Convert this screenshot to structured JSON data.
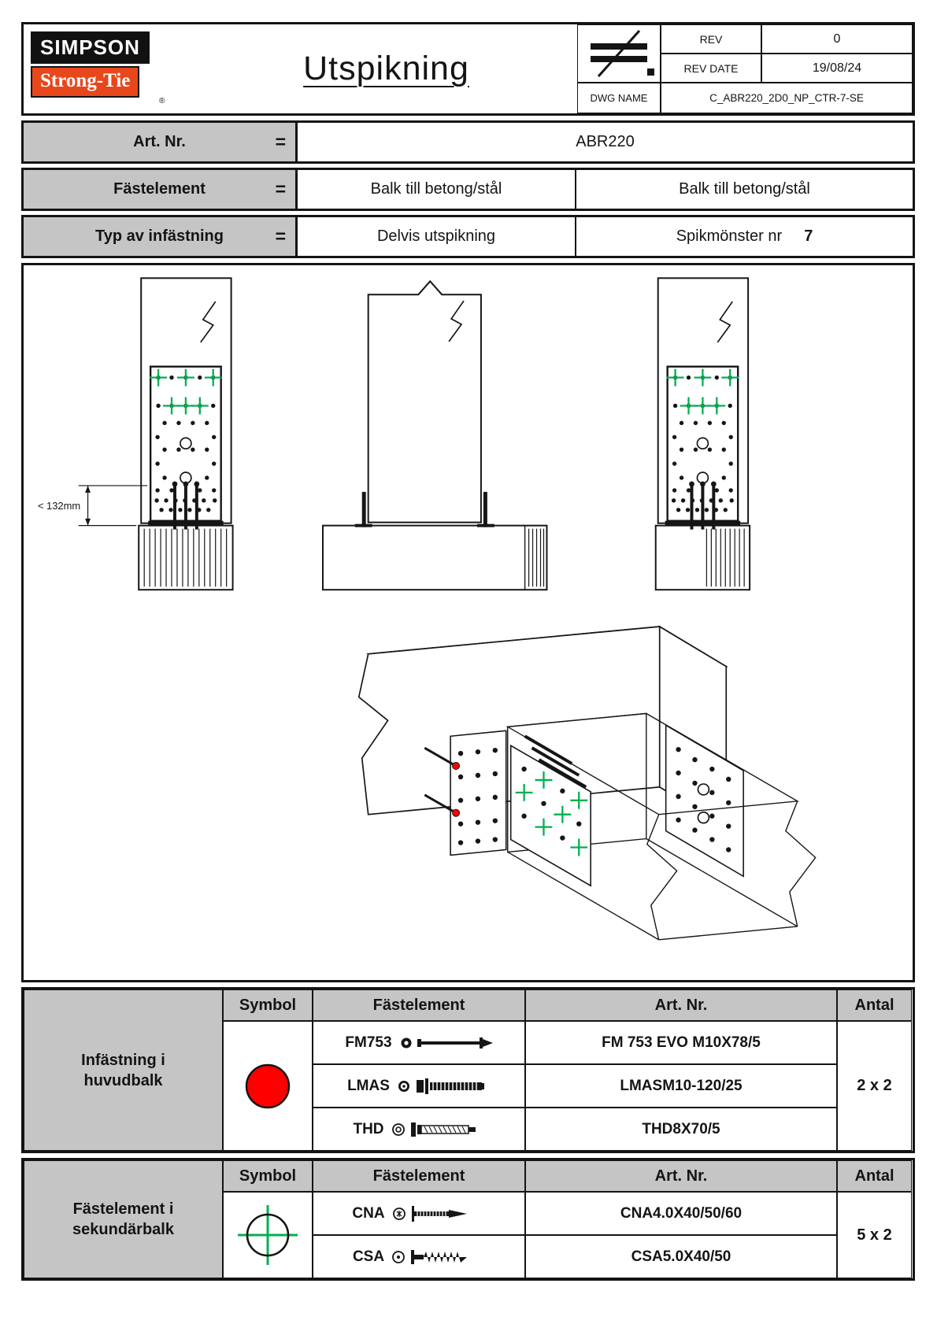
{
  "colors": {
    "accent_red": "#FF0000",
    "accent_green": "#00B050",
    "logo_orange": "#E8471C"
  },
  "logo": {
    "line1": "SIMPSON",
    "line2": "Strong-Tie",
    "reg": "®"
  },
  "title_block": {
    "title": "Utspikning",
    "rev_label": "REV",
    "rev_value": "0",
    "rev_date_label": "REV DATE",
    "rev_date_value": "19/08/24",
    "dwg_label": "DWG NAME",
    "dwg_value": "C_ABR220_2D0_NP_CTR-7-SE"
  },
  "spec": {
    "art_label": "Art. Nr.",
    "art_eq": "=",
    "art_value": "ABR220",
    "fastener_label": "Fästelement",
    "fastener_eq": "=",
    "fastener_value1": "Balk till betong/stål",
    "fastener_value2": "Balk till betong/stål",
    "type_label": "Typ av infästning",
    "type_eq": "=",
    "type_value": "Delvis utspikning",
    "pattern_label": "Spikmönster nr",
    "pattern_value": "7"
  },
  "drawing": {
    "dimension": "< 132mm"
  },
  "main_table": {
    "section_label": "Infästning i huvudbalk",
    "headers": {
      "symbol": "Symbol",
      "fastener": "Fästelement",
      "art": "Art. Nr.",
      "qty": "Antal"
    },
    "rows": [
      {
        "code": "FM753",
        "art": "FM 753 EVO M10X78/5"
      },
      {
        "code": "LMAS",
        "art": "LMASM10-120/25"
      },
      {
        "code": "THD",
        "art": "THD8X70/5"
      }
    ],
    "qty": "2 x 2"
  },
  "secondary_table": {
    "section_label": "Fästelement i sekundärbalk",
    "headers": {
      "symbol": "Symbol",
      "fastener": "Fästelement",
      "art": "Art. Nr.",
      "qty": "Antal"
    },
    "rows": [
      {
        "code": "CNA",
        "art": "CNA4.0X40/50/60"
      },
      {
        "code": "CSA",
        "art": "CSA5.0X40/50"
      }
    ],
    "qty": "5 x 2"
  }
}
